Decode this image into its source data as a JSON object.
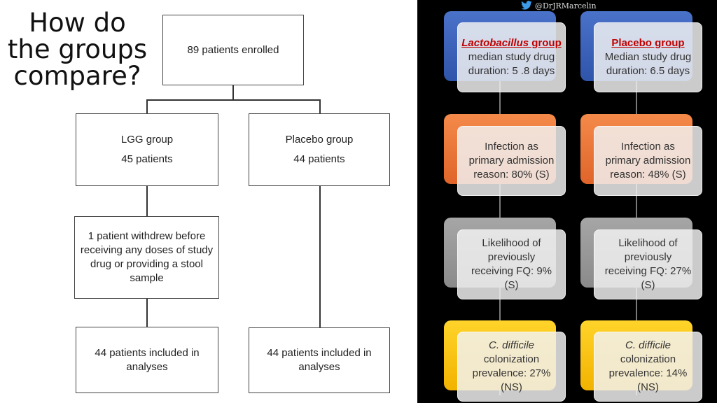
{
  "title": [
    "How do",
    "the groups",
    "compare?"
  ],
  "flow": {
    "enrolled": "89 patients enrolled",
    "lgg": {
      "name": "LGG group",
      "count": "45 patients"
    },
    "placebo": {
      "name": "Placebo group",
      "count": "44 patients"
    },
    "withdrew": [
      "1 patient withdrew before",
      "receiving any doses of study",
      "drug or providing a stool",
      "sample"
    ],
    "lgg_included": [
      "44 patients included in",
      "analyses"
    ],
    "placebo_included": [
      "44 patients included in",
      "analyses"
    ]
  },
  "handle": "@DrJRMarcelin",
  "comparison": {
    "lactobacillus": {
      "header_em": "Lactobacillus",
      "header_rest": " group",
      "duration": [
        "median study drug",
        "duration: 5 .8 days"
      ],
      "infection": [
        "Infection as",
        "primary admission",
        "reason: 80% (S)"
      ],
      "fq": [
        "Likelihood of",
        "previously",
        "receiving FQ: 9%",
        "(S)"
      ],
      "cdiff_em": "C. difficile",
      "cdiff": [
        "colonization",
        "prevalence: 27%",
        "(NS)"
      ]
    },
    "placebo": {
      "header": "Placebo group",
      "duration": [
        "Median study drug",
        "duration: 6.5 days"
      ],
      "infection": [
        "Infection as",
        "primary admission",
        "reason: 48% (S)"
      ],
      "fq": [
        "Likelihood of",
        "previously",
        "receiving FQ: 27%",
        "(S)"
      ],
      "cdiff_em": "C. difficile",
      "cdiff": [
        "colonization",
        "prevalence: 14%",
        "(NS)"
      ]
    }
  },
  "colors": {
    "blue": "#3a62bb",
    "orange": "#ec7337",
    "gray": "#999999",
    "yellow": "#f9c20c",
    "group_label": "#c00000"
  }
}
